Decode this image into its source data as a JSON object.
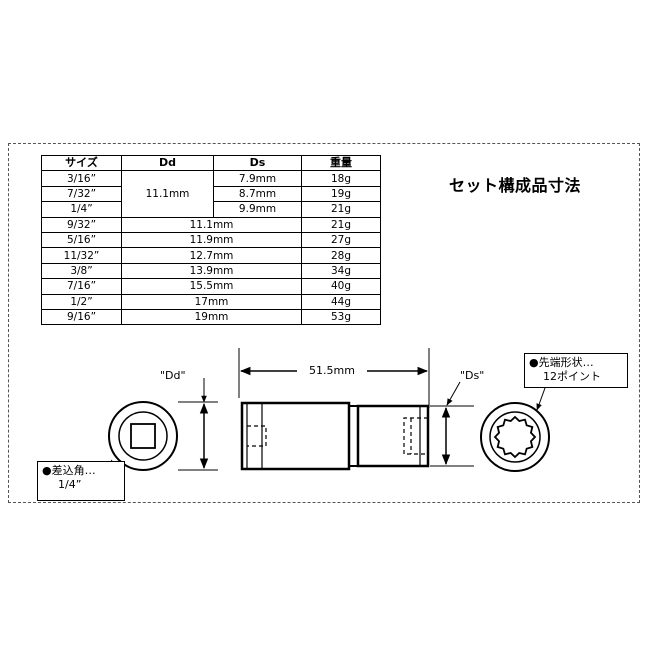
{
  "title": "セット構成品寸法",
  "table": {
    "headers": [
      "サイズ",
      "Dd",
      "Ds",
      "重量"
    ],
    "dd_shared": "11.1mm",
    "rows": [
      {
        "size": "3/16”",
        "ds": "7.9mm",
        "weight": "18g"
      },
      {
        "size": "7/32”",
        "ds": "8.7mm",
        "weight": "19g"
      },
      {
        "size": "1/4”",
        "ds": "9.9mm",
        "weight": "21g"
      },
      {
        "size": "9/32”",
        "d": "11.1mm",
        "weight": "21g"
      },
      {
        "size": "5/16”",
        "d": "11.9mm",
        "weight": "27g"
      },
      {
        "size": "11/32”",
        "d": "12.7mm",
        "weight": "28g"
      },
      {
        "size": "3/8”",
        "d": "13.9mm",
        "weight": "34g"
      },
      {
        "size": "7/16”",
        "d": "15.5mm",
        "weight": "40g"
      },
      {
        "size": "1/2”",
        "d": "17mm",
        "weight": "44g"
      },
      {
        "size": "9/16”",
        "d": "19mm",
        "weight": "53g"
      }
    ]
  },
  "diagram": {
    "dd_label": "\"Dd\"",
    "ds_label": "\"Ds\"",
    "length_label": "51.5mm",
    "drive_note": {
      "title": "●差込角…",
      "value": "1/4”"
    },
    "tip_note": {
      "title": "●先端形状…",
      "value": "12ポイント"
    }
  }
}
